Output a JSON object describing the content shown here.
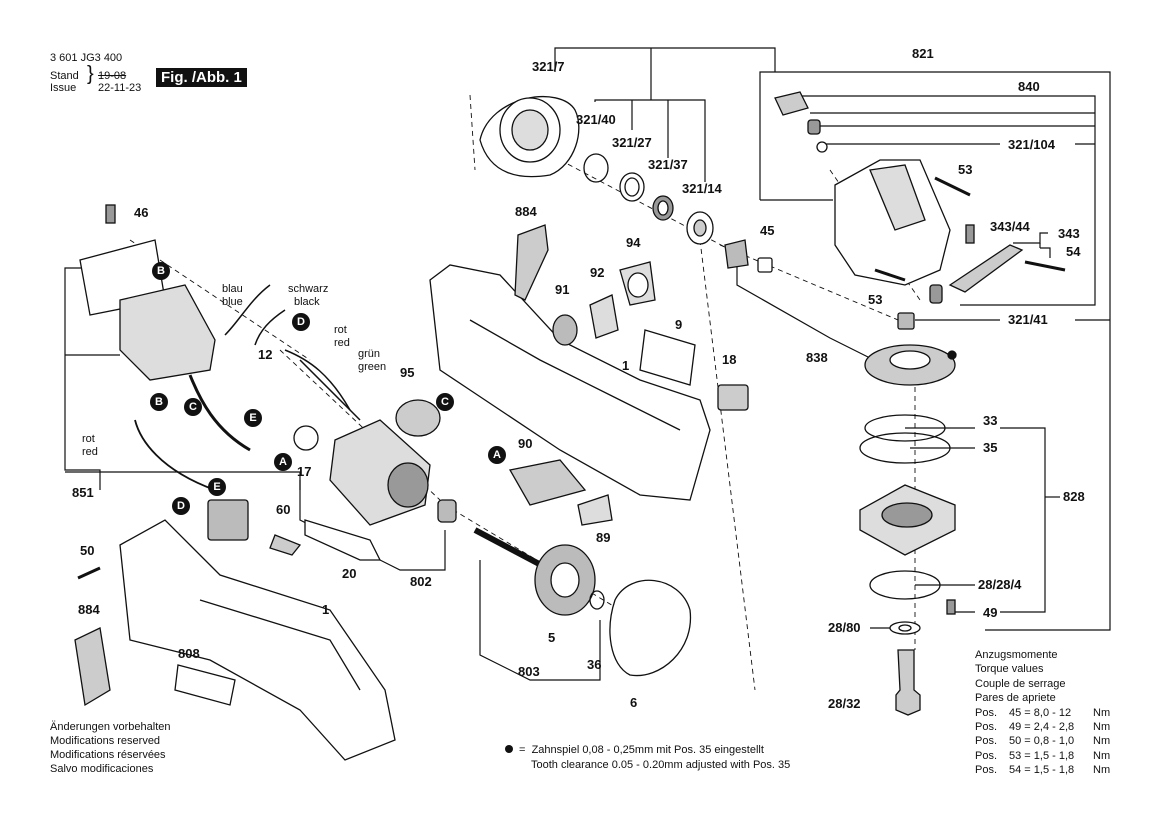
{
  "header": {
    "part_number": "3 601 JG3 400",
    "stand_label": "Stand",
    "stand_date": "19-08",
    "issue_label": "Issue",
    "issue_date": "22-11-23",
    "figure_label": "Fig. /Abb. 1"
  },
  "part_labels": {
    "p321_7": "321/7",
    "p321_40": "321/40",
    "p321_27": "321/27",
    "p321_37": "321/37",
    "p321_14": "321/14",
    "p821": "821",
    "p840": "840",
    "p321_104": "321/104",
    "p53a": "53",
    "p343_44": "343/44",
    "p343": "343",
    "p54": "54",
    "p53b": "53",
    "p321_41": "321/41",
    "p45": "45",
    "p884a": "884",
    "p94": "94",
    "p92": "92",
    "p91": "91",
    "p9": "9",
    "p1a": "1",
    "p18": "18",
    "p838": "838",
    "p33": "33",
    "p35": "35",
    "p828": "828",
    "p28_28_4": "28/28/4",
    "p49": "49",
    "p28_80": "28/80",
    "p28_32": "28/32",
    "p46": "46",
    "p12": "12",
    "p95": "95",
    "p90": "90",
    "p89": "89",
    "p17": "17",
    "p851": "851",
    "p60": "60",
    "p20": "20",
    "p802": "802",
    "p50": "50",
    "p884b": "884",
    "p1b": "1",
    "p808": "808",
    "p5": "5",
    "p36": "36",
    "p803": "803",
    "p6": "6"
  },
  "wire_labels": {
    "blau": "blau",
    "blue": "blue",
    "schwarz": "schwarz",
    "black": "black",
    "rot1": "rot",
    "red1": "red",
    "gruen": "grün",
    "green": "green",
    "rot2": "rot",
    "red2": "red"
  },
  "connectors": {
    "B1": "B",
    "D1": "D",
    "C1": "C",
    "E1": "E",
    "A1": "A",
    "B2": "B",
    "C2": "C",
    "A2": "A",
    "E2": "E",
    "D2": "D"
  },
  "legend_text": {
    "de": "Änderungen vorbehalten",
    "en": "Modifications reserved",
    "fr": "Modifications réservées",
    "es": "Salvo modificaciones"
  },
  "note": {
    "marker": "=",
    "line_de": "Zahnspiel 0,08 - 0,25mm mit Pos. 35 eingestellt",
    "line_en": "Tooth clearance 0.05 - 0.20mm adjusted with Pos. 35"
  },
  "torque": {
    "headings": [
      "Anzugsmomente",
      "Torque values",
      "Couple de serrage",
      "Pares de apriete"
    ],
    "rows": [
      {
        "pos": "Pos.",
        "item": "45 = 8,0 - 12",
        "unit": "Nm"
      },
      {
        "pos": "Pos.",
        "item": "49 = 2,4 - 2,8",
        "unit": "Nm"
      },
      {
        "pos": "Pos.",
        "item": "50 = 0,8 - 1,0",
        "unit": "Nm"
      },
      {
        "pos": "Pos.",
        "item": "53 = 1,5 - 1,8",
        "unit": "Nm"
      },
      {
        "pos": "Pos.",
        "item": "54 = 1,5 - 1,8",
        "unit": "Nm"
      }
    ]
  }
}
